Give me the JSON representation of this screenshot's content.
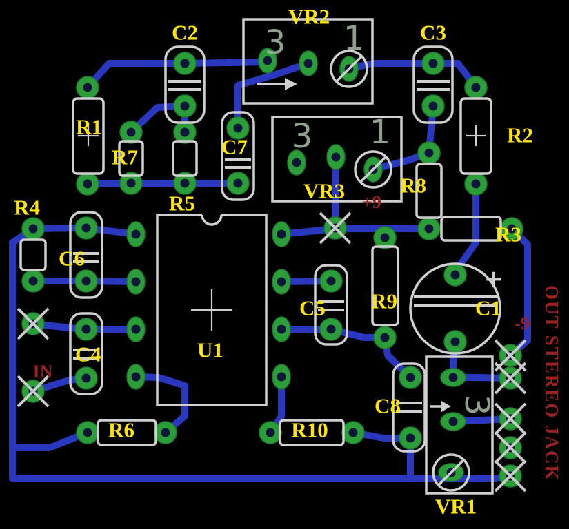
{
  "board": {
    "type": "pcb-layout-bottom-copper-view",
    "colors": {
      "background": "#000000",
      "copper_trace": "#2a38c0",
      "pad_green": "#2b9e3a",
      "drill_hole": "#0d1838",
      "silkscreen": "#d0d0d0",
      "designator_text": "#ffe600",
      "net_text": "#9c2121",
      "trimmer_marking": "#9cb49c"
    },
    "designators": {
      "c1": "C1",
      "c2": "C2",
      "c3": "C3",
      "c4": "C4",
      "c5": "C5",
      "c6": "C6",
      "c7": "C7",
      "c8": "C8",
      "r1": "R1",
      "r2": "R2",
      "r3": "R3",
      "r4": "R4",
      "r5": "R5",
      "r6": "R6",
      "r7": "R7",
      "r8": "R8",
      "r9": "R9",
      "r10": "R10",
      "u1": "U1",
      "vr1": "VR1",
      "vr2": "VR2",
      "vr3": "VR3"
    },
    "net_labels": {
      "in": "IN",
      "plus9": "+9",
      "minus9": "-9",
      "out_jack": "OUT STEREO JACK"
    },
    "markings": {
      "vr2_pin3": "3",
      "vr2_pin1": "1",
      "vr3_pin3": "3",
      "vr3_pin1": "1",
      "vr1_pin3": "3",
      "c1_plus": "+"
    }
  }
}
